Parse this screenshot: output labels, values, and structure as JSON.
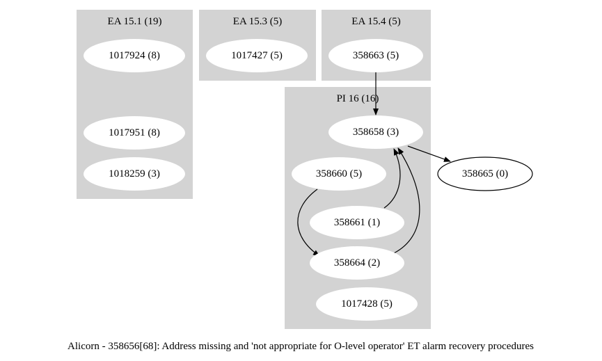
{
  "caption": "Alicorn - 358656[68]: Address missing and 'not appropriate for O-level operator' ET alarm recovery procedures",
  "clusters": [
    {
      "id": "ea151",
      "title": "EA 15.1 (19)"
    },
    {
      "id": "ea153",
      "title": "EA 15.3 (5)"
    },
    {
      "id": "ea154",
      "title": "EA 15.4 (5)"
    },
    {
      "id": "pi16",
      "title": "PI 16 (16)"
    }
  ],
  "nodes": [
    {
      "id": "n1017924",
      "label": "1017924 (8)",
      "cluster": "ea151"
    },
    {
      "id": "n1017951",
      "label": "1017951 (8)",
      "cluster": "ea151"
    },
    {
      "id": "n1018259",
      "label": "1018259 (3)",
      "cluster": "ea151"
    },
    {
      "id": "n1017427",
      "label": "1017427 (5)",
      "cluster": "ea153"
    },
    {
      "id": "n358663",
      "label": "358663 (5)",
      "cluster": "ea154"
    },
    {
      "id": "n358658",
      "label": "358658 (3)",
      "cluster": "pi16"
    },
    {
      "id": "n358660",
      "label": "358660 (5)",
      "cluster": "pi16"
    },
    {
      "id": "n358661",
      "label": "358661 (1)",
      "cluster": "pi16"
    },
    {
      "id": "n358664",
      "label": "358664 (2)",
      "cluster": "pi16"
    },
    {
      "id": "n1017428",
      "label": "1017428 (5)",
      "cluster": "pi16"
    },
    {
      "id": "n358665",
      "label": "358665 (0)",
      "cluster": null
    }
  ],
  "edges": [
    {
      "from": "n358663",
      "to": "n358658"
    },
    {
      "from": "n358658",
      "to": "n358665"
    },
    {
      "from": "n358660",
      "to": "n358664"
    },
    {
      "from": "n358661",
      "to": "n358658"
    },
    {
      "from": "n358664",
      "to": "n358658"
    }
  ]
}
